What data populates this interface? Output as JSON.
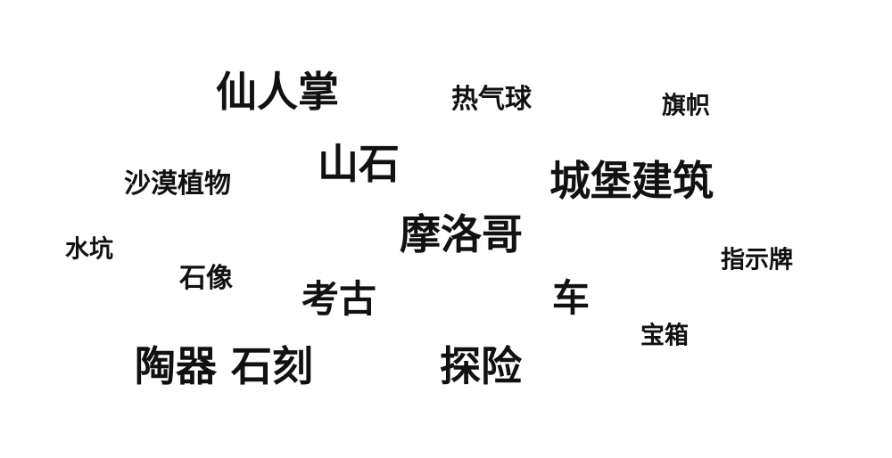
{
  "words": [
    {
      "text": "仙人掌",
      "weight": 5
    },
    {
      "text": "热气球",
      "weight": 3
    },
    {
      "text": "旗帜",
      "weight": 2
    },
    {
      "text": "山石",
      "weight": 5
    },
    {
      "text": "沙漠植物",
      "weight": 3
    },
    {
      "text": "城堡建筑",
      "weight": 5
    },
    {
      "text": "摩洛哥",
      "weight": 5
    },
    {
      "text": "水坑",
      "weight": 2
    },
    {
      "text": "指示牌",
      "weight": 2
    },
    {
      "text": "石像",
      "weight": 3
    },
    {
      "text": "考古",
      "weight": 4
    },
    {
      "text": "车",
      "weight": 4
    },
    {
      "text": "宝箱",
      "weight": 2
    },
    {
      "text": "陶器 石刻",
      "weight": 5
    },
    {
      "text": "探险",
      "weight": 5
    }
  ],
  "colors": {
    "text": "#111111",
    "background": "#ffffff"
  }
}
